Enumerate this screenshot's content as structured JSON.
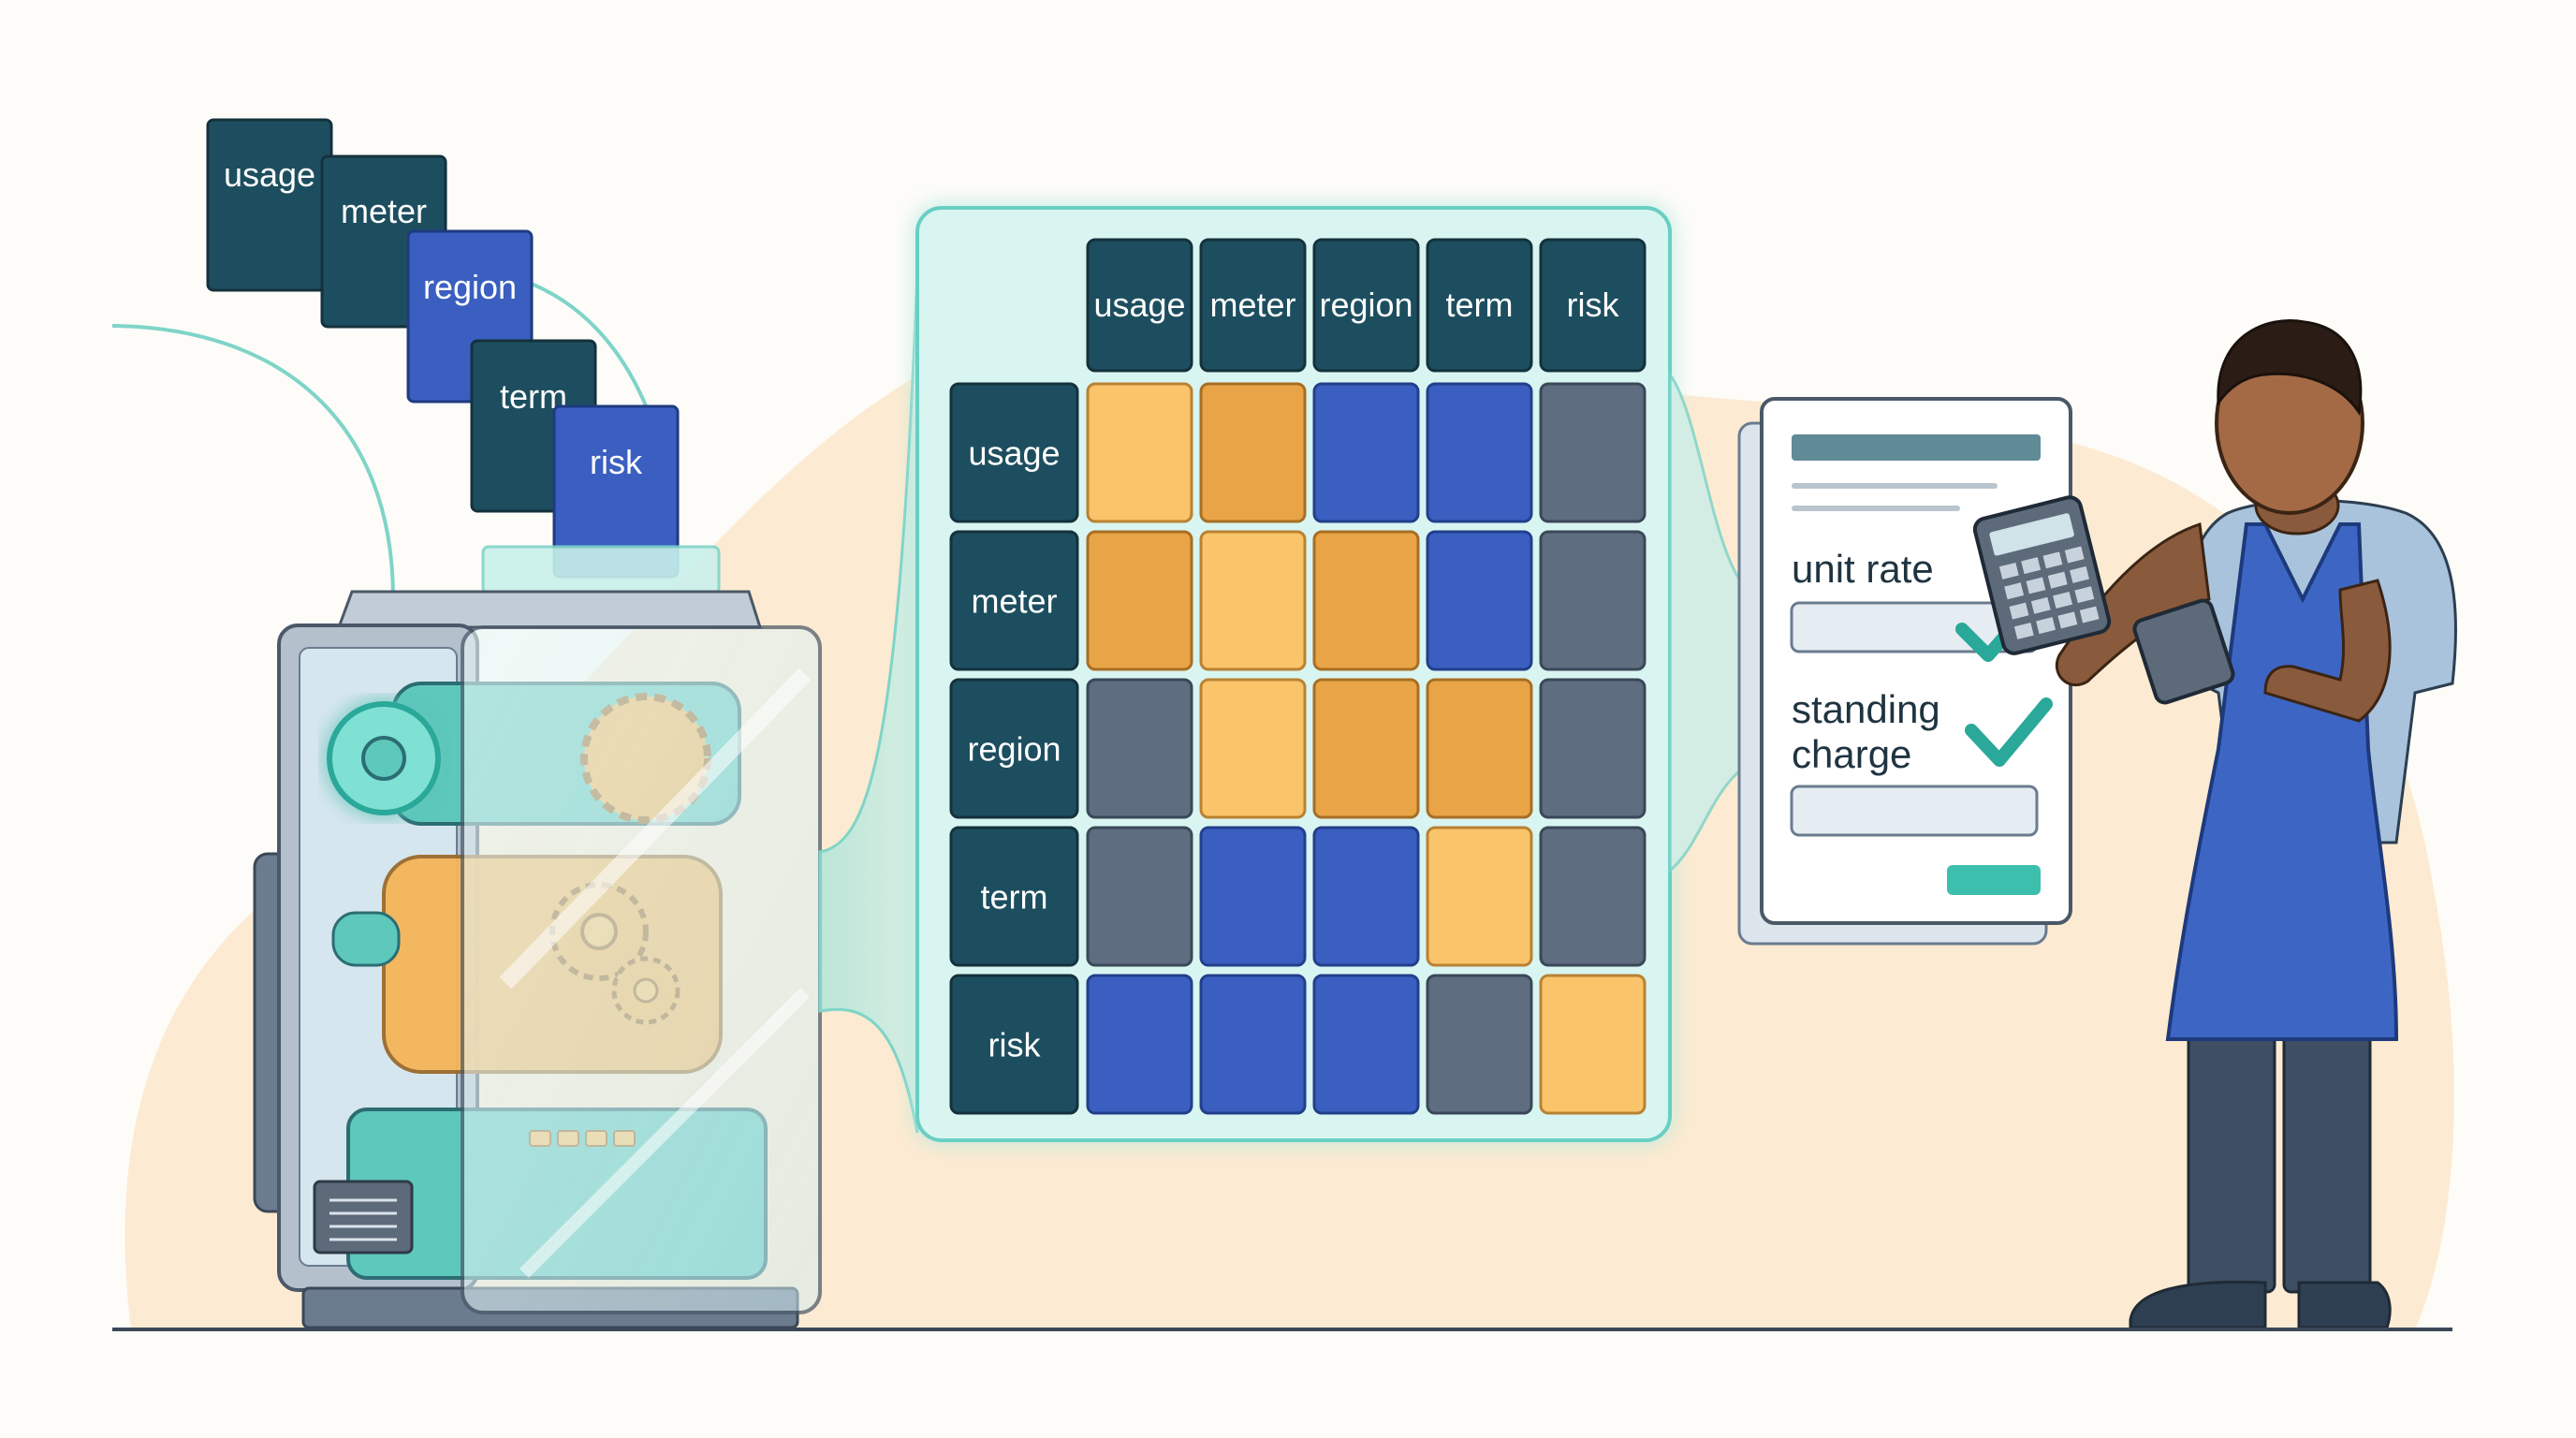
{
  "tokens": [
    {
      "label": "usage",
      "color": "#1d4e5f"
    },
    {
      "label": "meter",
      "color": "#1d4e5f"
    },
    {
      "label": "region",
      "color": "#3a5fc0"
    },
    {
      "label": "term",
      "color": "#1d4e5f"
    },
    {
      "label": "risk",
      "color": "#3a5fc0"
    }
  ],
  "matrix": {
    "columns": [
      "usage",
      "meter",
      "region",
      "term",
      "risk"
    ],
    "rows": [
      "usage",
      "meter",
      "region",
      "term",
      "risk"
    ],
    "cells": [
      [
        "light-orange",
        "dark-orange",
        "blue",
        "blue",
        "gray"
      ],
      [
        "dark-orange",
        "light-orange",
        "dark-orange",
        "blue",
        "gray"
      ],
      [
        "gray",
        "light-orange",
        "dark-orange",
        "dark-orange",
        "gray"
      ],
      [
        "gray",
        "blue",
        "blue",
        "light-orange",
        "gray"
      ],
      [
        "blue",
        "blue",
        "blue",
        "gray",
        "light-orange"
      ]
    ]
  },
  "form": {
    "field_1_label": "unit rate",
    "field_2_label_line1": "standing",
    "field_2_label_line2": "charge"
  },
  "colors": {
    "light_orange": "#f9c46a",
    "dark_orange": "#e8a446",
    "blue": "#3a5fc0",
    "gray": "#5e6d80",
    "header_teal": "#1d4e5f",
    "accent_teal": "#3dbfae",
    "cream": "#fcebd2"
  },
  "icons": [
    "check-icon",
    "calculator-icon",
    "tablet-icon",
    "gear-icon",
    "vent-icon"
  ]
}
